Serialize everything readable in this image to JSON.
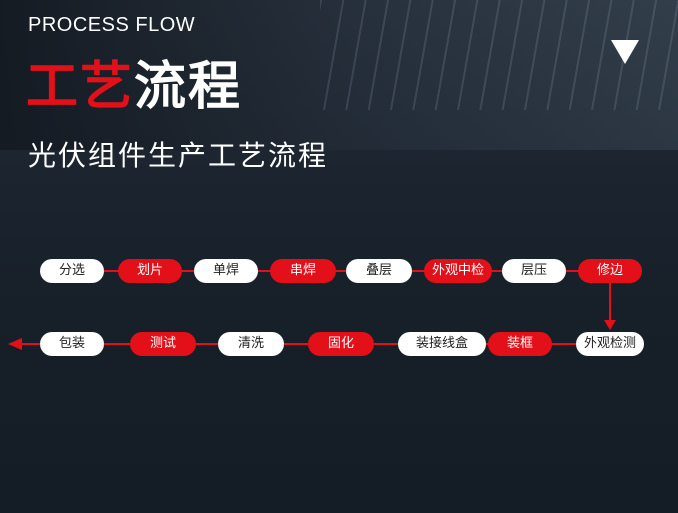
{
  "header": {
    "eyebrow": "PROCESS FLOW",
    "title_red": "工艺",
    "title_white": "流程",
    "subtitle": "光伏组件生产工艺流程"
  },
  "flow": {
    "row1": [
      "分选",
      "划片",
      "单焊",
      "串焊",
      "叠层",
      "外观中检",
      "层压",
      "修边"
    ],
    "row2": [
      "包装",
      "测试",
      "清洗",
      "固化",
      "装接线盒",
      "装框",
      "外观检测"
    ]
  },
  "colors": {
    "accent": "#e3101a",
    "pill_light": "#ffffff",
    "background": "#1c2530"
  }
}
